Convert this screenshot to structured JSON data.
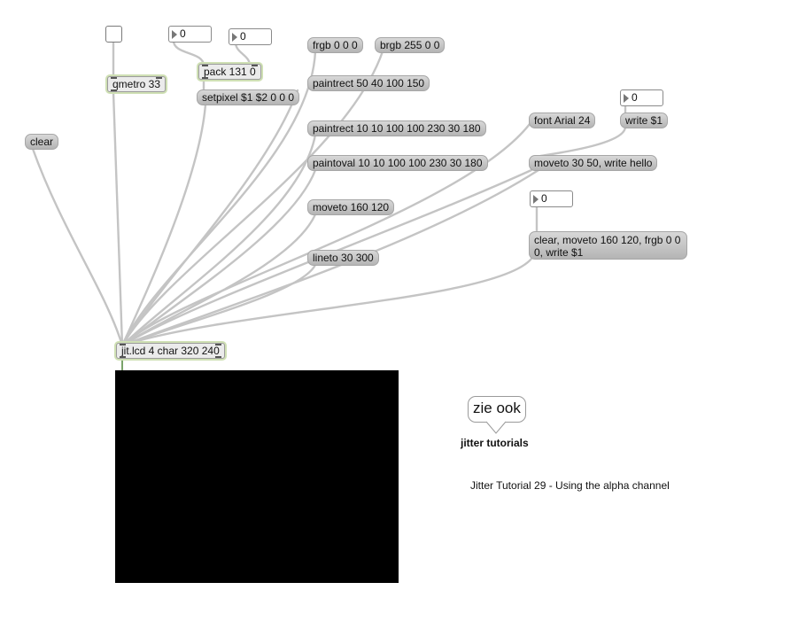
{
  "toggle": {
    "state": "off"
  },
  "number_boxes": {
    "pack_left": "0",
    "pack_right": "0",
    "write_arg": "0",
    "write_bottom": "0"
  },
  "objects": {
    "qmetro": "qmetro 33",
    "pack": "pack 131 0",
    "jit_lcd": "jit.lcd 4 char 320 240"
  },
  "messages": {
    "clear": "clear",
    "setpixel": "setpixel $1 $2 0 0 0",
    "frgb": "frgb 0 0 0",
    "brgb": "brgb 255 0 0",
    "paintrect1": "paintrect 50 40 100 150",
    "paintrect2": "paintrect 10 10 100 100 230 30 180",
    "paintoval": "paintoval 10 10 100 100 230 30 180",
    "moveto": "moveto 160 120",
    "lineto": "lineto 30 300",
    "font": "font Arial 24",
    "write": "write $1",
    "moveto_write": "moveto 30 50, write hello",
    "clear_sequence": "clear, moveto 160 120, frgb 0 0 0, write $1"
  },
  "branding": {
    "bubble": "zie ook",
    "link": "jitter tutorials"
  },
  "comment": "Jitter Tutorial 29 - Using the alpha channel",
  "colors": {
    "patch_cord": "#c4c4c4",
    "lcd_background": "#000000",
    "object_border_highlight": "#cfe0b4"
  }
}
